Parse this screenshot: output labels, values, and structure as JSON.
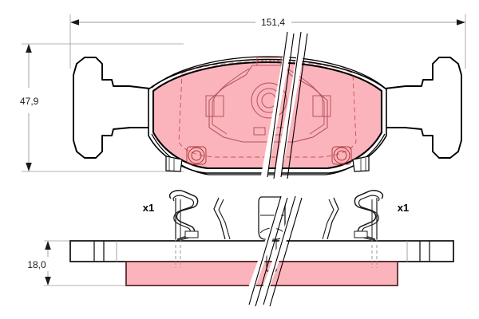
{
  "diagram": {
    "title": "Brake pad set technical drawing",
    "colors": {
      "friction_fill": "#fbb4bc",
      "outline": "#000000",
      "dimension_line": "#8c8c8c",
      "dimension_text": "#1a1a1a",
      "background": "#ffffff",
      "accessory_fill": "#ffffff"
    }
  },
  "dimensions": {
    "length": {
      "label": "151,4",
      "orientation": "horizontal",
      "position": "top",
      "unit_implied": "mm"
    },
    "height": {
      "label": "47,9",
      "orientation": "vertical",
      "position": "left",
      "unit_implied": "mm"
    },
    "thickness": {
      "label": "18,0",
      "orientation": "vertical",
      "position": "lower-left",
      "unit_implied": "mm"
    }
  },
  "accessories": [
    {
      "id": "left-clip",
      "quantity_label": "x1",
      "name": "retaining-clip-left"
    },
    {
      "id": "right-clip",
      "quantity_label": "x1",
      "name": "retaining-clip-right"
    }
  ],
  "views": {
    "front": "front-face-view",
    "side": "side-section-view"
  }
}
